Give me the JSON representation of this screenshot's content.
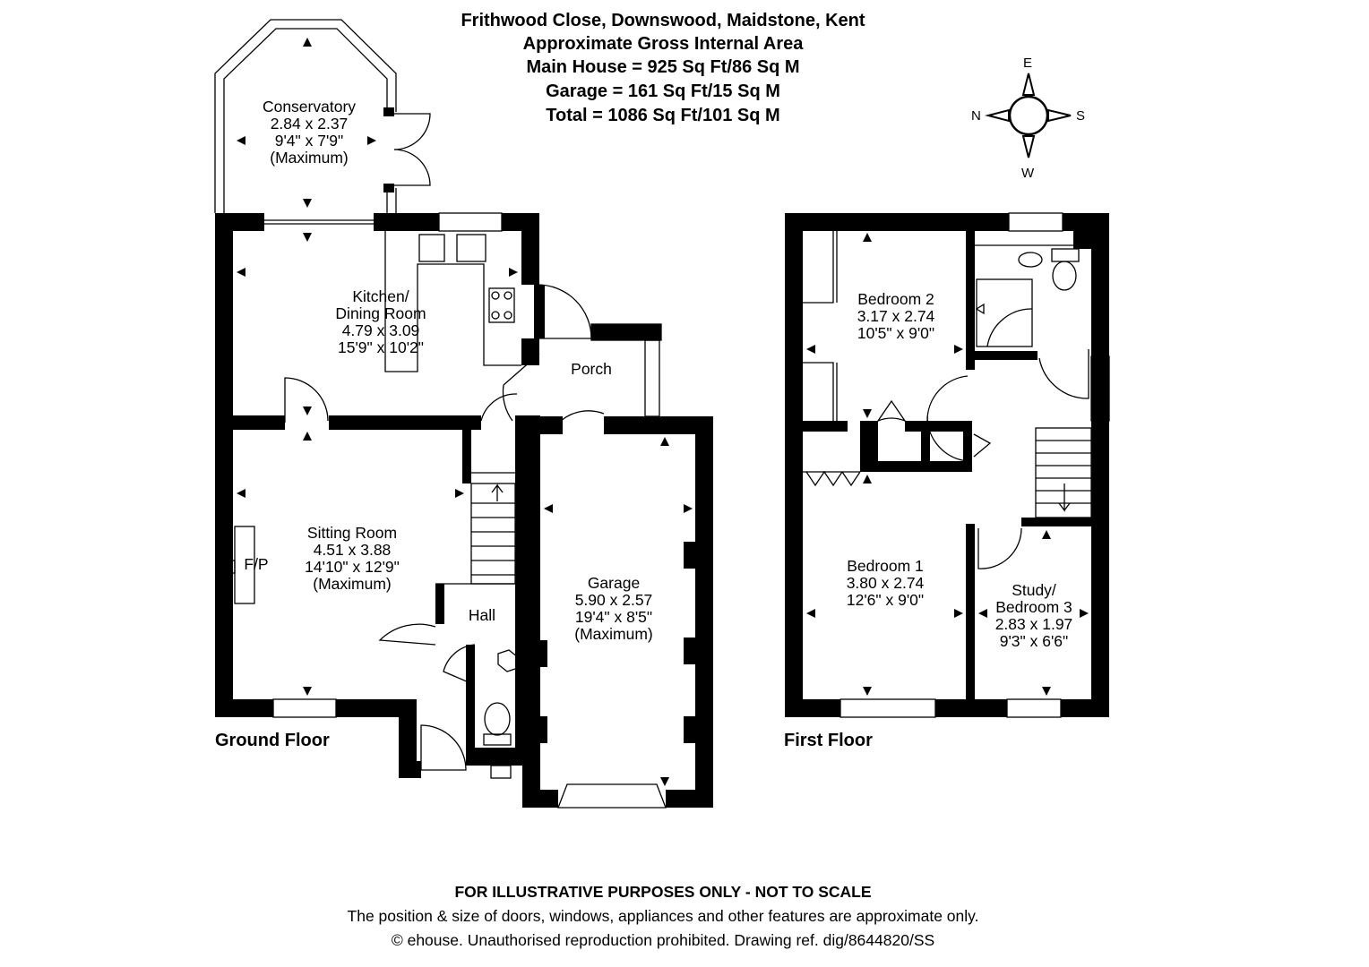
{
  "header": {
    "address": "Frithwood Close, Downswood, Maidstone, Kent",
    "area_heading": "Approximate Gross Internal Area",
    "main_house": "Main House = 925 Sq Ft/86 Sq M",
    "garage": "Garage = 161 Sq Ft/15 Sq M",
    "total": "Total = 1086 Sq Ft/101 Sq M"
  },
  "compass": {
    "north": "N",
    "east": "E",
    "south": "S",
    "west": "W"
  },
  "ground_floor": {
    "label": "Ground Floor",
    "rooms": {
      "conservatory": [
        "Conservatory",
        "2.84 x 2.37",
        "9'4\" x 7'9\"",
        "(Maximum)"
      ],
      "kitchen": [
        "Kitchen/",
        "Dining Room",
        "4.79 x 3.09",
        "15'9\" x 10'2\""
      ],
      "porch": [
        "Porch"
      ],
      "sitting_room": [
        "Sitting Room",
        "4.51 x 3.88",
        "14'10\" x 12'9\"",
        "(Maximum)"
      ],
      "fireplace": [
        "F/P"
      ],
      "hall": [
        "Hall"
      ],
      "garage": [
        "Garage",
        "5.90 x 2.57",
        "19'4\" x 8'5\"",
        "(Maximum)"
      ]
    }
  },
  "first_floor": {
    "label": "First Floor",
    "rooms": {
      "bedroom2": [
        "Bedroom 2",
        "3.17 x 2.74",
        "10'5\" x 9'0\""
      ],
      "bedroom1": [
        "Bedroom 1",
        "3.80 x 2.74",
        "12'6\" x 9'0\""
      ],
      "study": [
        "Study/",
        "Bedroom 3",
        "2.83 x 1.97",
        "9'3\" x 6'6\""
      ]
    }
  },
  "footer": {
    "disclaimer": "FOR ILLUSTRATIVE PURPOSES ONLY - NOT TO SCALE",
    "note": "The position & size of doors, windows, appliances and other features are approximate only.",
    "copyright": "© ehouse. Unauthorised reproduction prohibited. Drawing ref. dig/8644820/SS"
  }
}
